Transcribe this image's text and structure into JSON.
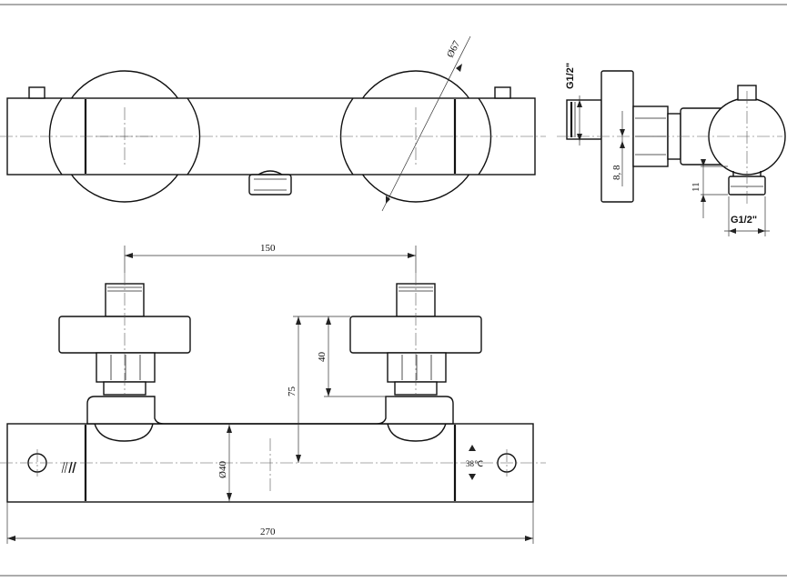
{
  "dimensions": {
    "diameter_67": "Ø67",
    "thread_top": "G1/2\"",
    "depth_8_8": "8, 8",
    "offset_11": "11",
    "thread_bottom": "G1/2\"",
    "spacing_150": "150",
    "height_40": "40",
    "height_75": "75",
    "diameter_40": "Ø40",
    "length_270": "270"
  },
  "markings": {
    "temperature": "38℃"
  },
  "colors": {
    "line": "#111111",
    "background": "#ffffff"
  }
}
